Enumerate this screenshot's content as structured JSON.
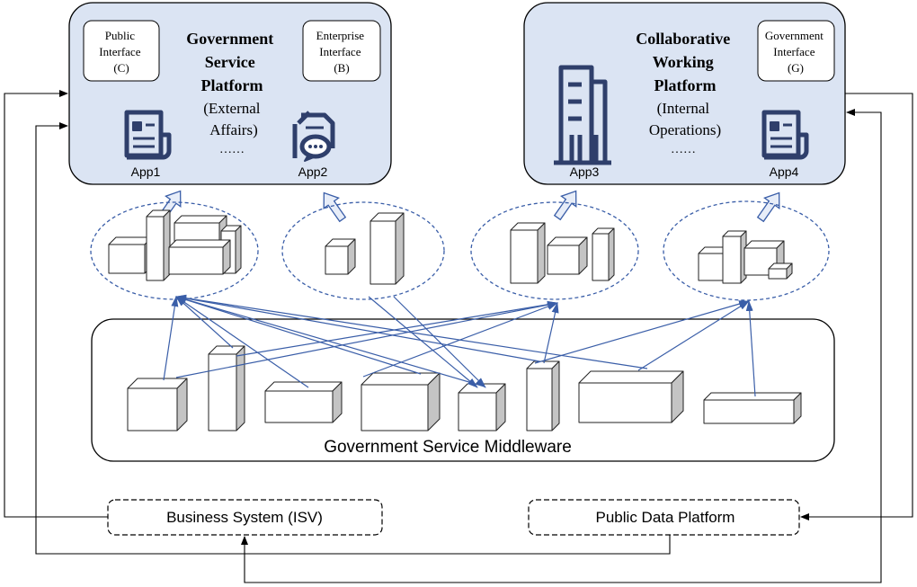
{
  "platforms": {
    "left": {
      "title_lines": [
        "Government",
        "Service",
        "Platform"
      ],
      "subtitle_lines": [
        "(External",
        "Affairs)"
      ],
      "ellipsis": "……",
      "interfaces": [
        {
          "lines": [
            "Public",
            "Interface",
            "(C)"
          ]
        },
        {
          "lines": [
            "Enterprise",
            "Interface",
            "(B)"
          ]
        }
      ],
      "apps": [
        "App1",
        "App2"
      ]
    },
    "right": {
      "title_lines": [
        "Collaborative",
        "Working",
        "Platform"
      ],
      "subtitle_lines": [
        "(Internal",
        "Operations)"
      ],
      "ellipsis": "……",
      "interfaces": [
        {
          "lines": [
            "Government",
            "Interface",
            "(G)"
          ]
        }
      ],
      "apps": [
        "App3",
        "App4"
      ]
    }
  },
  "middleware": {
    "label": "Government Service Middleware"
  },
  "bottom": {
    "business_system": "Business System (ISV)",
    "public_data": "Public Data Platform"
  },
  "colors": {
    "platform_fill": "#dbe4f3",
    "line_blue": "#3a5ea8",
    "icon_navy": "#2f3f6b",
    "arrow_fill": "#e7edf8",
    "cube_side": "#c4c4c4"
  },
  "icons": [
    "document-icon",
    "chat-document-icon",
    "building-icon",
    "document-icon"
  ]
}
